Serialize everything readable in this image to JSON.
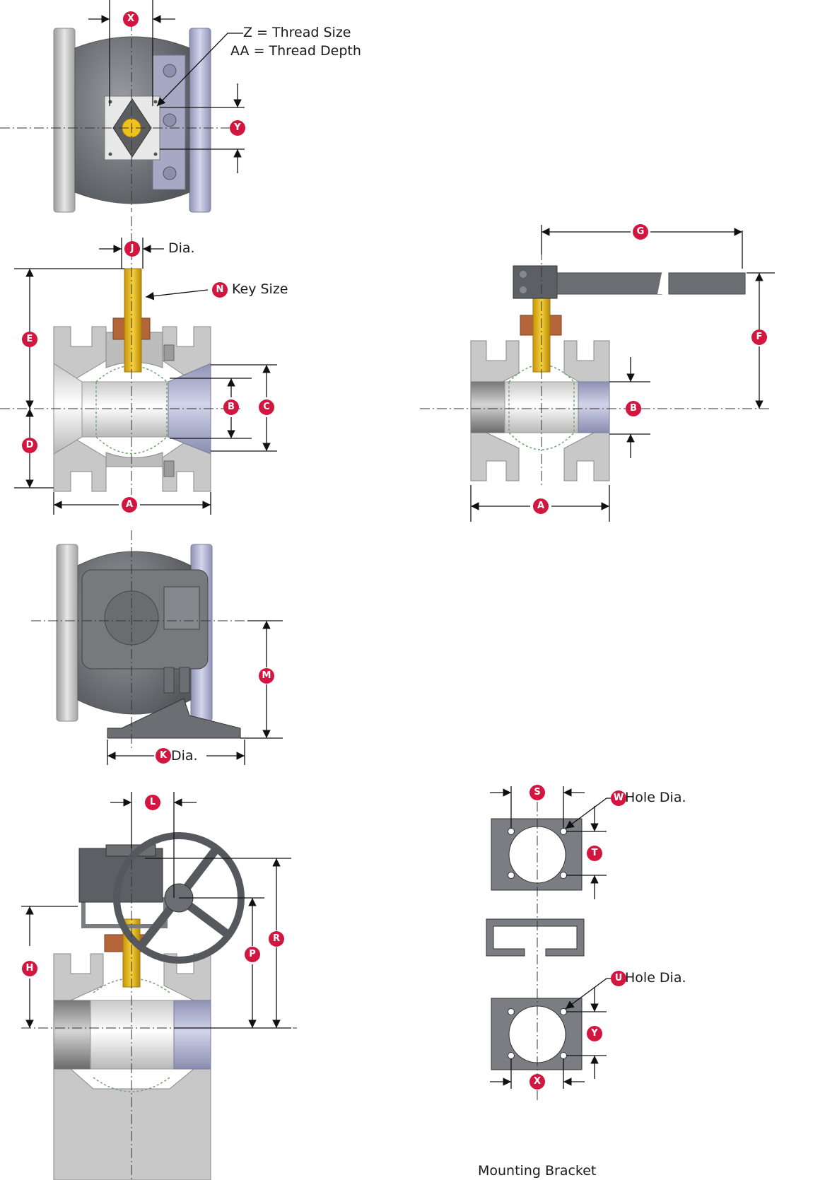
{
  "callouts": {
    "thread_size": "Z = Thread Size",
    "thread_depth": "AA = Thread Depth",
    "dia": "Dia.",
    "key_size": "Key Size",
    "hole_dia": "Hole Dia.",
    "mounting_bracket": "Mounting Bracket"
  },
  "dimension_letters": {
    "A": "A",
    "B": "B",
    "C": "C",
    "D": "D",
    "E": "E",
    "F": "F",
    "G": "G",
    "H": "H",
    "J": "J",
    "K": "K",
    "L": "L",
    "M": "M",
    "N": "N",
    "P": "P",
    "R": "R",
    "S": "S",
    "T": "T",
    "U": "U",
    "W": "W",
    "X": "X",
    "Y": "Y"
  },
  "colors": {
    "badge": "#d2163f",
    "stem": "#e3b21c",
    "body": "#c8c8c8",
    "dark_metal": "#6f7276",
    "flange_blue": "#a9acc8"
  }
}
